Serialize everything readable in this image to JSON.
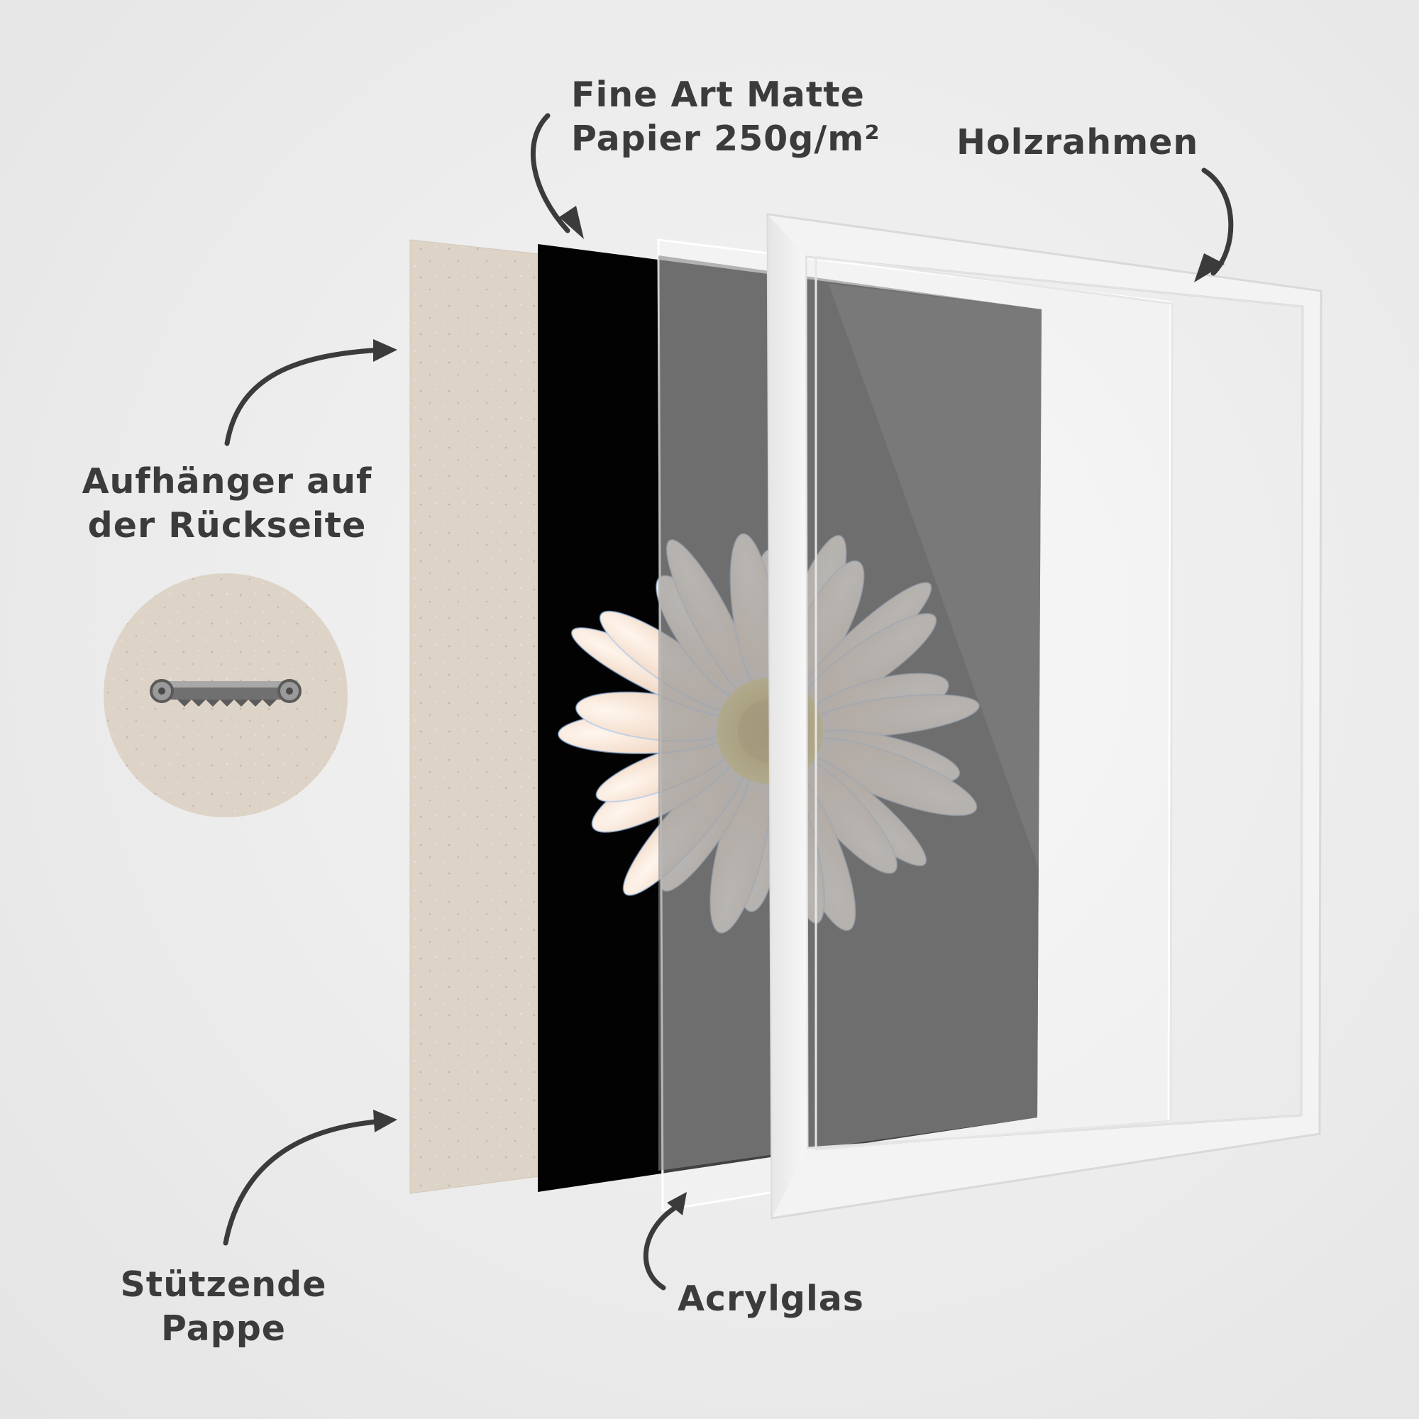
{
  "labels": {
    "paper": [
      "Fine Art Matte",
      "Papier 250g/m²"
    ],
    "frame": "Holzrahmen",
    "hanger": [
      "Aufhänger auf",
      "der Rückseite"
    ],
    "cardboard": [
      "Stützende",
      "Pappe"
    ],
    "acrylic": "Acrylglas"
  },
  "icons": {
    "arrows": "curved-arrow-icon",
    "hanger": "sawtooth-hanger-icon",
    "flower": "daisy-image"
  },
  "colors": {
    "background": "#ececec",
    "cardboard": "#dcd3c6",
    "paper": "#000000",
    "acrylic": "#6b6b6b",
    "frame": "#f2f2f2",
    "text": "#3b3b3b",
    "arrow": "#3b3b3b"
  }
}
